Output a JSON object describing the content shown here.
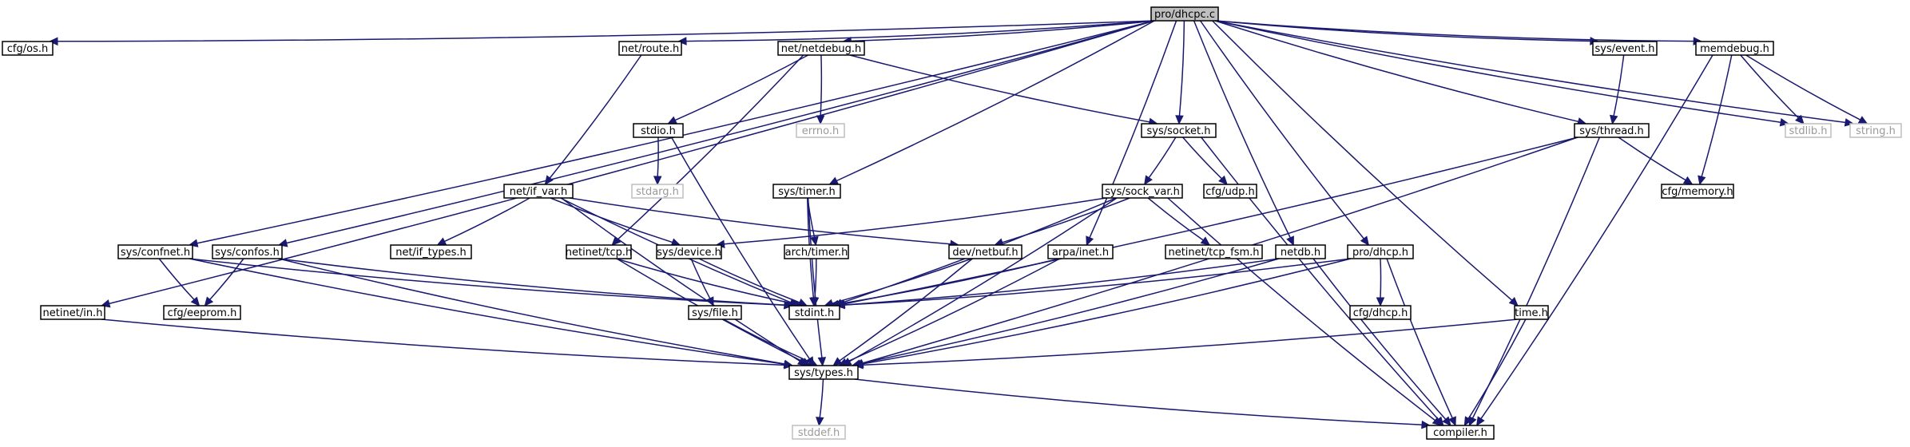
{
  "graph": {
    "nodes": [
      {
        "id": "root",
        "label": "pro/dhcpc.c",
        "kind": "root"
      },
      {
        "id": "cfg_os",
        "label": "cfg/os.h",
        "kind": "normal"
      },
      {
        "id": "net_route",
        "label": "net/route.h",
        "kind": "normal"
      },
      {
        "id": "netdebug",
        "label": "net/netdebug.h",
        "kind": "normal"
      },
      {
        "id": "sys_event",
        "label": "sys/event.h",
        "kind": "normal"
      },
      {
        "id": "memdebug",
        "label": "memdebug.h",
        "kind": "normal"
      },
      {
        "id": "stdio",
        "label": "stdio.h",
        "kind": "normal"
      },
      {
        "id": "errno",
        "label": "errno.h",
        "kind": "system"
      },
      {
        "id": "sys_socket",
        "label": "sys/socket.h",
        "kind": "normal"
      },
      {
        "id": "sys_thread",
        "label": "sys/thread.h",
        "kind": "normal"
      },
      {
        "id": "stdlib",
        "label": "stdlib.h",
        "kind": "system"
      },
      {
        "id": "string",
        "label": "string.h",
        "kind": "system"
      },
      {
        "id": "stdarg",
        "label": "stdarg.h",
        "kind": "system"
      },
      {
        "id": "net_if_var",
        "label": "net/if_var.h",
        "kind": "normal"
      },
      {
        "id": "sys_timer",
        "label": "sys/timer.h",
        "kind": "normal"
      },
      {
        "id": "sys_sock_var",
        "label": "sys/sock_var.h",
        "kind": "normal"
      },
      {
        "id": "cfg_udp",
        "label": "cfg/udp.h",
        "kind": "normal"
      },
      {
        "id": "cfg_memory",
        "label": "cfg/memory.h",
        "kind": "normal"
      },
      {
        "id": "sys_confnet",
        "label": "sys/confnet.h",
        "kind": "normal"
      },
      {
        "id": "sys_confos",
        "label": "sys/confos.h",
        "kind": "normal"
      },
      {
        "id": "net_if_types",
        "label": "net/if_types.h",
        "kind": "normal"
      },
      {
        "id": "netinet_tcp",
        "label": "netinet/tcp.h",
        "kind": "normal"
      },
      {
        "id": "sys_device",
        "label": "sys/device.h",
        "kind": "normal"
      },
      {
        "id": "arch_timer",
        "label": "arch/timer.h",
        "kind": "normal"
      },
      {
        "id": "dev_netbuf",
        "label": "dev/netbuf.h",
        "kind": "normal"
      },
      {
        "id": "arpa_inet",
        "label": "arpa/inet.h",
        "kind": "normal"
      },
      {
        "id": "netinet_tcp_fsm",
        "label": "netinet/tcp_fsm.h",
        "kind": "normal"
      },
      {
        "id": "netdb",
        "label": "netdb.h",
        "kind": "normal"
      },
      {
        "id": "pro_dhcp",
        "label": "pro/dhcp.h",
        "kind": "normal"
      },
      {
        "id": "netinet_in",
        "label": "netinet/in.h",
        "kind": "normal"
      },
      {
        "id": "cfg_eeprom",
        "label": "cfg/eeprom.h",
        "kind": "normal"
      },
      {
        "id": "stdint",
        "label": "stdint.h",
        "kind": "normal"
      },
      {
        "id": "sys_file",
        "label": "sys/file.h",
        "kind": "normal"
      },
      {
        "id": "cfg_dhcp",
        "label": "cfg/dhcp.h",
        "kind": "normal"
      },
      {
        "id": "time",
        "label": "time.h",
        "kind": "normal"
      },
      {
        "id": "sys_types",
        "label": "sys/types.h",
        "kind": "normal"
      },
      {
        "id": "stddef",
        "label": "stddef.h",
        "kind": "system"
      },
      {
        "id": "compiler",
        "label": "compiler.h",
        "kind": "normal"
      }
    ],
    "edges": [
      [
        "root",
        "cfg_os"
      ],
      [
        "root",
        "net_route"
      ],
      [
        "root",
        "netdebug"
      ],
      [
        "root",
        "sys_event"
      ],
      [
        "root",
        "memdebug"
      ],
      [
        "root",
        "stdlib"
      ],
      [
        "root",
        "string"
      ],
      [
        "root",
        "sys_socket"
      ],
      [
        "root",
        "sys_thread"
      ],
      [
        "root",
        "sys_timer"
      ],
      [
        "root",
        "sys_confnet"
      ],
      [
        "root",
        "sys_confos"
      ],
      [
        "root",
        "netinet_in"
      ],
      [
        "root",
        "arpa_inet"
      ],
      [
        "root",
        "netdb"
      ],
      [
        "root",
        "pro_dhcp"
      ],
      [
        "root",
        "time"
      ],
      [
        "net_route",
        "net_if_var"
      ],
      [
        "netdebug",
        "stdio"
      ],
      [
        "netdebug",
        "errno"
      ],
      [
        "netdebug",
        "sys_socket"
      ],
      [
        "netdebug",
        "netinet_tcp"
      ],
      [
        "sys_event",
        "sys_thread"
      ],
      [
        "memdebug",
        "stdlib"
      ],
      [
        "memdebug",
        "string"
      ],
      [
        "memdebug",
        "cfg_memory"
      ],
      [
        "memdebug",
        "compiler"
      ],
      [
        "stdio",
        "stdarg"
      ],
      [
        "stdio",
        "sys_types"
      ],
      [
        "sys_socket",
        "sys_sock_var"
      ],
      [
        "sys_socket",
        "cfg_udp"
      ],
      [
        "sys_socket",
        "compiler"
      ],
      [
        "sys_thread",
        "cfg_memory"
      ],
      [
        "sys_thread",
        "stdint"
      ],
      [
        "sys_thread",
        "sys_types"
      ],
      [
        "sys_thread",
        "compiler"
      ],
      [
        "net_if_var",
        "net_if_types"
      ],
      [
        "net_if_var",
        "sys_device"
      ],
      [
        "net_if_var",
        "dev_netbuf"
      ],
      [
        "net_if_var",
        "stdint"
      ],
      [
        "net_if_var",
        "sys_types"
      ],
      [
        "sys_timer",
        "arch_timer"
      ],
      [
        "sys_timer",
        "stdint"
      ],
      [
        "sys_timer",
        "sys_types"
      ],
      [
        "sys_sock_var",
        "sys_device"
      ],
      [
        "sys_sock_var",
        "dev_netbuf"
      ],
      [
        "sys_sock_var",
        "netinet_tcp_fsm"
      ],
      [
        "sys_sock_var",
        "stdint"
      ],
      [
        "sys_sock_var",
        "sys_types"
      ],
      [
        "sys_sock_var",
        "compiler"
      ],
      [
        "sys_confnet",
        "cfg_eeprom"
      ],
      [
        "sys_confnet",
        "stdint"
      ],
      [
        "sys_confnet",
        "sys_types"
      ],
      [
        "sys_confos",
        "cfg_eeprom"
      ],
      [
        "sys_confos",
        "stdint"
      ],
      [
        "sys_confos",
        "sys_types"
      ],
      [
        "netinet_tcp",
        "stdint"
      ],
      [
        "netinet_tcp",
        "sys_types"
      ],
      [
        "sys_device",
        "sys_file"
      ],
      [
        "sys_device",
        "stdint"
      ],
      [
        "arch_timer",
        "stdint"
      ],
      [
        "dev_netbuf",
        "stdint"
      ],
      [
        "dev_netbuf",
        "sys_types"
      ],
      [
        "arpa_inet",
        "stdint"
      ],
      [
        "arpa_inet",
        "sys_types"
      ],
      [
        "netdb",
        "stdint"
      ],
      [
        "netdb",
        "sys_types"
      ],
      [
        "netdb",
        "compiler"
      ],
      [
        "pro_dhcp",
        "cfg_dhcp"
      ],
      [
        "pro_dhcp",
        "stdint"
      ],
      [
        "pro_dhcp",
        "sys_types"
      ],
      [
        "pro_dhcp",
        "compiler"
      ],
      [
        "netinet_in",
        "sys_types"
      ],
      [
        "sys_file",
        "sys_types"
      ],
      [
        "time",
        "sys_types"
      ],
      [
        "time",
        "compiler"
      ],
      [
        "sys_types",
        "stddef"
      ],
      [
        "sys_types",
        "compiler"
      ]
    ]
  },
  "colors": {
    "edge": "#191970",
    "node_border": "#000000",
    "system_border": "#bfbfbf",
    "system_text": "#9a9a9a",
    "root_fill": "#bfbfbf"
  }
}
